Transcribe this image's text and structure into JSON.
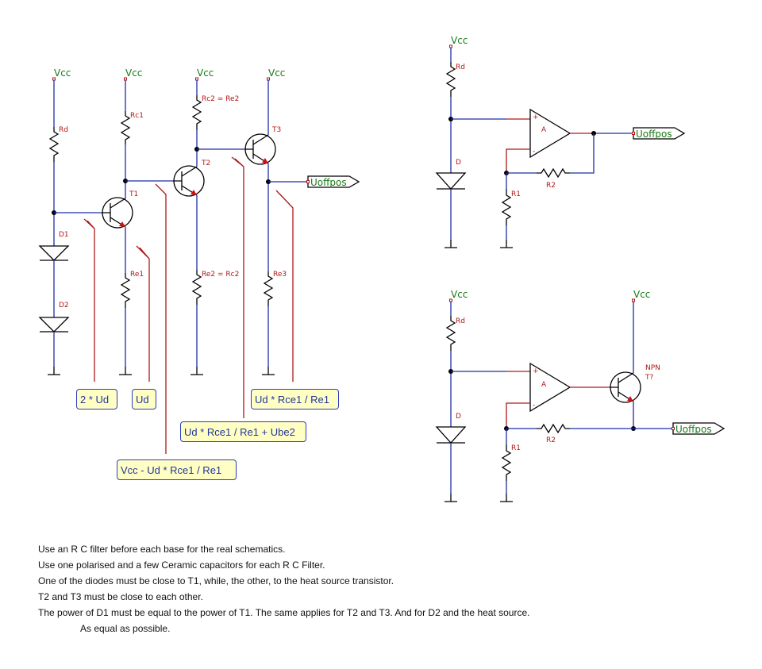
{
  "supply": {
    "left_vcc": [
      "Vcc",
      "Vcc",
      "Vcc",
      "Vcc"
    ],
    "opamp_top_vcc": "Vcc",
    "opamp_bottom_vcc": [
      "Vcc",
      "Vcc"
    ]
  },
  "left_circuit": {
    "components": {
      "rd": "Rd",
      "d1": "D1",
      "d2": "D2",
      "t1": "T1",
      "rc1": "Rc1",
      "re1": "Re1",
      "t2": "T2",
      "rc2": "Rc2 = Re2",
      "re2": "Re2 = Rc2",
      "t3": "T3",
      "re3": "Re3"
    },
    "output": "Uoffpos",
    "annotations": {
      "two_ud": "2 * Ud",
      "ud": "Ud",
      "vcc_minus": "Vcc - Ud * Rce1 / Re1",
      "ud_plus_ube2": "Ud * Rce1 / Re1 + Ube2",
      "ud_ratio": "Ud * Rce1 / Re1"
    }
  },
  "opamp_top": {
    "rd": "Rd",
    "d": "D",
    "amp": "A",
    "plus": "+",
    "minus": "-",
    "r1": "R1",
    "r2": "R2",
    "output": "Uoffpos"
  },
  "opamp_bottom": {
    "rd": "Rd",
    "d": "D",
    "amp": "A",
    "plus": "+",
    "minus": "-",
    "r1": "R1",
    "r2": "R2",
    "transistor_type": "NPN",
    "transistor_ref": "T?",
    "output": "Uoffpos"
  },
  "notes": [
    "Use an R C filter before each base for the real schematics.",
    "Use one polarised and a few Ceramic capacitors for each R C Filter.",
    "One of the diodes must be close to T1, while, the other, to the heat source transistor.",
    "T2 and T3 must be close to each other.",
    "The power of D1 must be equal to the power of T1. The same applies for T2 and T3. And for D2 and the heat source.",
    "As equal as possible."
  ]
}
